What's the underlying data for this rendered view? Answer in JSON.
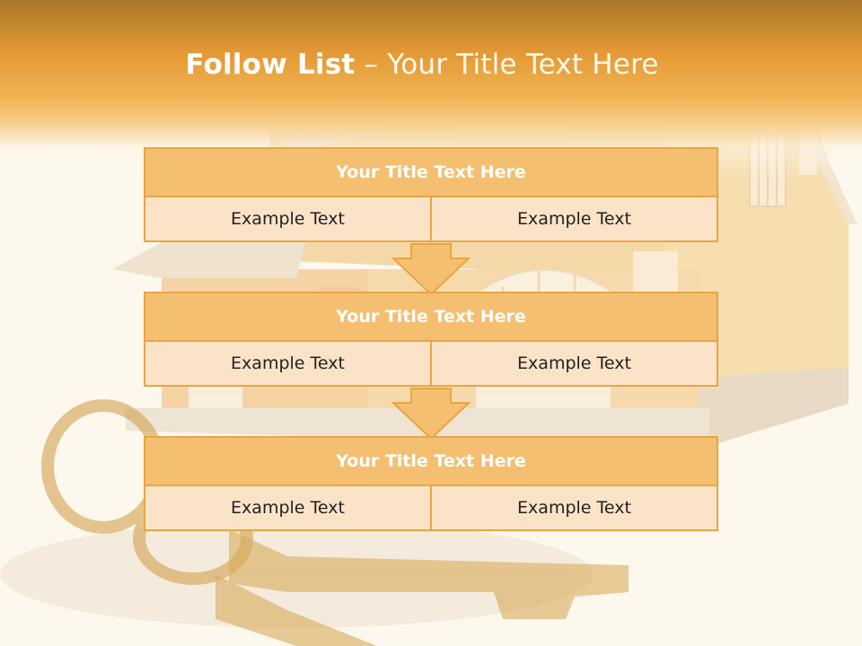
{
  "slide": {
    "title_bold": "Follow List",
    "title_rest": " – Your Title Text Here"
  },
  "steps": [
    {
      "title": "Your Title Text Here",
      "left": "Example Text",
      "right": "Example Text"
    },
    {
      "title": "Your Title Text Here",
      "left": "Example Text",
      "right": "Example Text"
    },
    {
      "title": "Your Title Text Here",
      "left": "Example Text",
      "right": "Example Text"
    }
  ],
  "colors": {
    "header": "#e49a35",
    "box_title_fill": "#f4bf71",
    "box_cell_fill": "#fbe3c8",
    "box_border": "#eaa640"
  }
}
